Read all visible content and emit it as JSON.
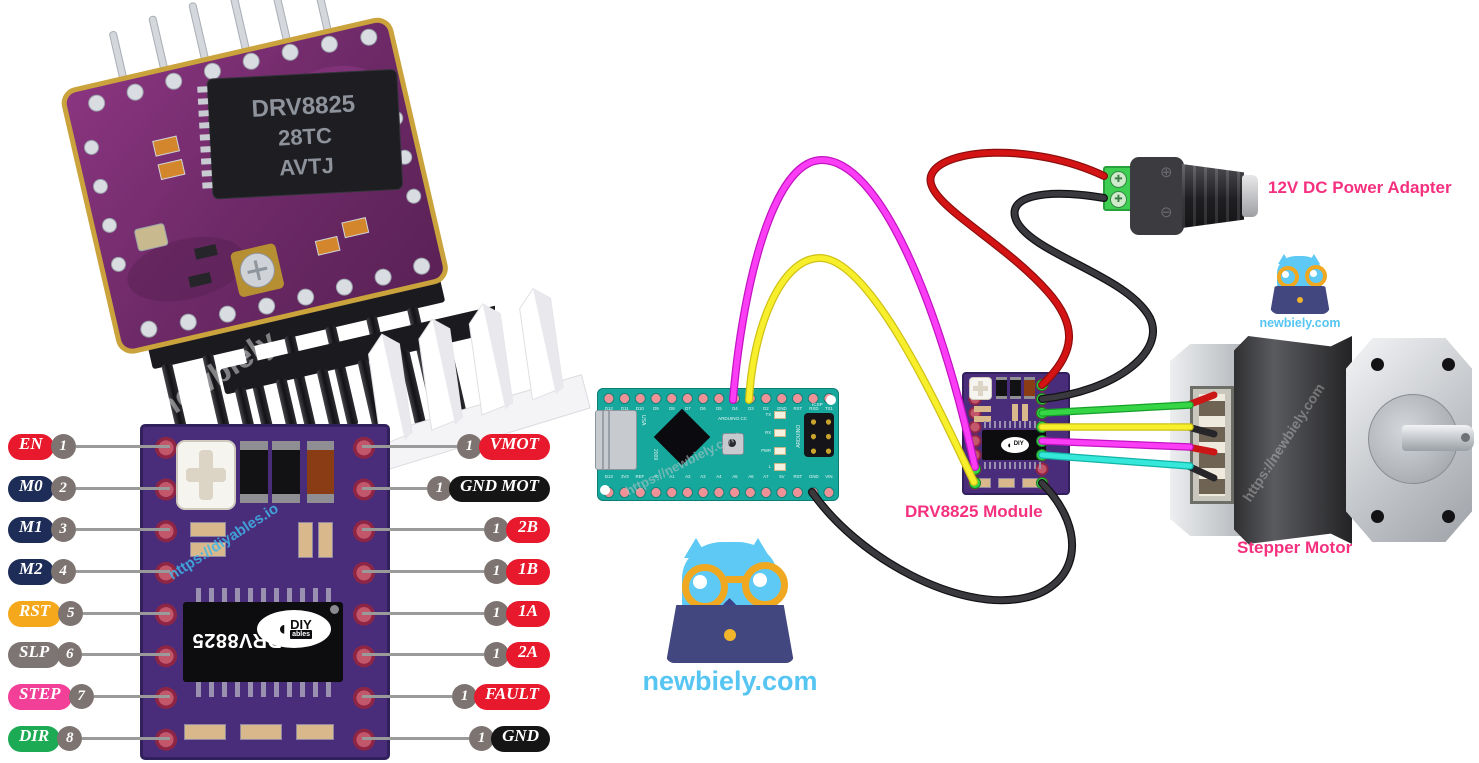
{
  "labels": {
    "power_adapter": "12V DC Power Adapter",
    "driver_module": "DRV8825 Module",
    "stepper_motor": "Stepper Motor",
    "brand_site": "newbiely.com",
    "label_color": "#f5317f"
  },
  "watermarks": {
    "photo": "newbiely",
    "pinout": "https://diyables.io",
    "arduino": "https://newbiely.com",
    "motor": "https://newbiely.com"
  },
  "photo_module": {
    "chip_lines": [
      "DRV8825",
      "28TC",
      "AVTJ"
    ]
  },
  "pinout": {
    "chip_text": "DRV8825",
    "logo_main": "DIY",
    "logo_sub": "ables",
    "left_pins": [
      {
        "label": "EN",
        "number": "1",
        "color": "#e8192c"
      },
      {
        "label": "M0",
        "number": "2",
        "color": "#1e2d58"
      },
      {
        "label": "M1",
        "number": "3",
        "color": "#1e2d58"
      },
      {
        "label": "M2",
        "number": "4",
        "color": "#1e2d58"
      },
      {
        "label": "RST",
        "number": "5",
        "color": "#f5a81c"
      },
      {
        "label": "SLP",
        "number": "6",
        "color": "#7d7573"
      },
      {
        "label": "STEP",
        "number": "7",
        "color": "#f23f97"
      },
      {
        "label": "DIR",
        "number": "8",
        "color": "#1cab54"
      }
    ],
    "right_pins": [
      {
        "label": "VMOT",
        "number": "1",
        "color": "#e8192c"
      },
      {
        "label": "GND MOT",
        "number": "1",
        "color": "#151515"
      },
      {
        "label": "2B",
        "number": "1",
        "color": "#e8192c"
      },
      {
        "label": "1B",
        "number": "1",
        "color": "#e8192c"
      },
      {
        "label": "1A",
        "number": "1",
        "color": "#e8192c"
      },
      {
        "label": "2A",
        "number": "1",
        "color": "#e8192c"
      },
      {
        "label": "FAULT",
        "number": "1",
        "color": "#e8192c"
      },
      {
        "label": "GND",
        "number": "1",
        "color": "#151515"
      }
    ]
  },
  "arduino": {
    "top_pins": [
      "D12",
      "D11",
      "D10",
      "D9",
      "D8",
      "D7",
      "D6",
      "D5",
      "D4",
      "D3",
      "D2",
      "GND",
      "RST",
      "RXD",
      "TX1"
    ],
    "bottom_pins": [
      "D13",
      "3V3",
      "REF",
      "A0",
      "A1",
      "A2",
      "A3",
      "A4",
      "A5",
      "A6",
      "A7",
      "5V",
      "RST",
      "GND",
      "VIN"
    ],
    "brand": "ARDUINO.CC",
    "usb_top": "USA",
    "usb_bottom": "2009",
    "model_lines": [
      "ARDUINO",
      "NANO",
      "V3.0"
    ],
    "icsp": "ICSP",
    "leds": [
      "TX",
      "RX",
      "PWR",
      "L"
    ]
  },
  "driver_module_small": {
    "logo_main": "DIY",
    "logo_sub": "ables"
  },
  "adapter": {
    "plus_symbol": "⊕",
    "minus_symbol": "⊖"
  },
  "wires": [
    {
      "name": "step-signal",
      "color": "#fb3ef5"
    },
    {
      "name": "dir-signal",
      "color": "#f7ef2b"
    },
    {
      "name": "arduino-ground",
      "color": "#3a3a3e"
    },
    {
      "name": "power-positive",
      "color": "#d41414"
    },
    {
      "name": "power-negative",
      "color": "#3a3a3e"
    },
    {
      "name": "motor-wire-1",
      "color": "#35d545"
    },
    {
      "name": "motor-wire-2",
      "color": "#f7ef2b"
    },
    {
      "name": "motor-wire-3",
      "color": "#fb3ef5"
    },
    {
      "name": "motor-wire-4",
      "color": "#35e8da"
    }
  ]
}
